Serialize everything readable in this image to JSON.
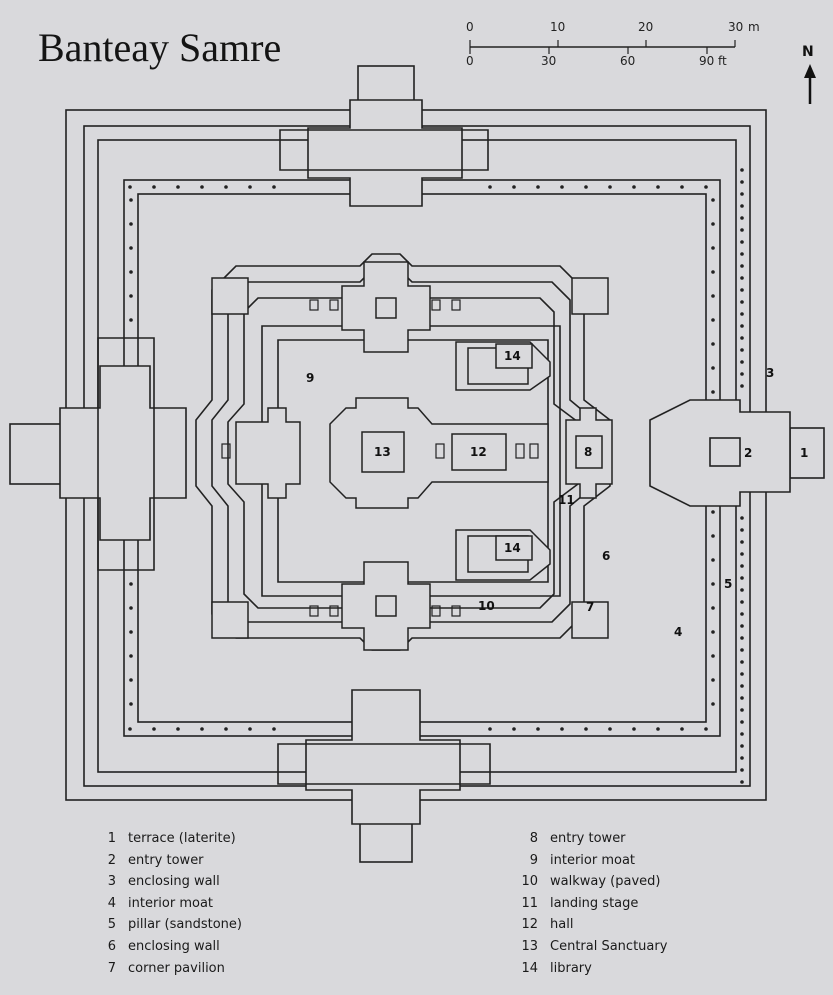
{
  "title": "Banteay Samre",
  "scale": {
    "meters_unit": "m",
    "meters_ticks": [
      "0",
      "10",
      "20",
      "30"
    ],
    "feet_unit": "ft",
    "feet_ticks": [
      "0",
      "30",
      "60",
      "90"
    ]
  },
  "north_label": "N",
  "plan_labels": {
    "l1": "1",
    "l2": "2",
    "l3": "3",
    "l4": "4",
    "l5": "5",
    "l6": "6",
    "l7": "7",
    "l8": "8",
    "l9": "9",
    "l10": "10",
    "l11": "11",
    "l12": "12",
    "l13": "13",
    "l14a": "14",
    "l14b": "14"
  },
  "legend_left": [
    {
      "num": "1",
      "text": "terrace (laterite)"
    },
    {
      "num": "2",
      "text": "entry tower"
    },
    {
      "num": "3",
      "text": "enclosing wall"
    },
    {
      "num": "4",
      "text": "interior moat"
    },
    {
      "num": "5",
      "text": "pillar (sandstone)"
    },
    {
      "num": "6",
      "text": "enclosing wall"
    },
    {
      "num": "7",
      "text": "corner pavilion"
    }
  ],
  "legend_right": [
    {
      "num": "8",
      "text": "entry tower"
    },
    {
      "num": "9",
      "text": "interior moat"
    },
    {
      "num": "10",
      "text": "walkway (paved)"
    },
    {
      "num": "11",
      "text": "landing stage"
    },
    {
      "num": "12",
      "text": "hall"
    },
    {
      "num": "13",
      "text": "Central Sanctuary"
    },
    {
      "num": "14",
      "text": "library"
    }
  ]
}
